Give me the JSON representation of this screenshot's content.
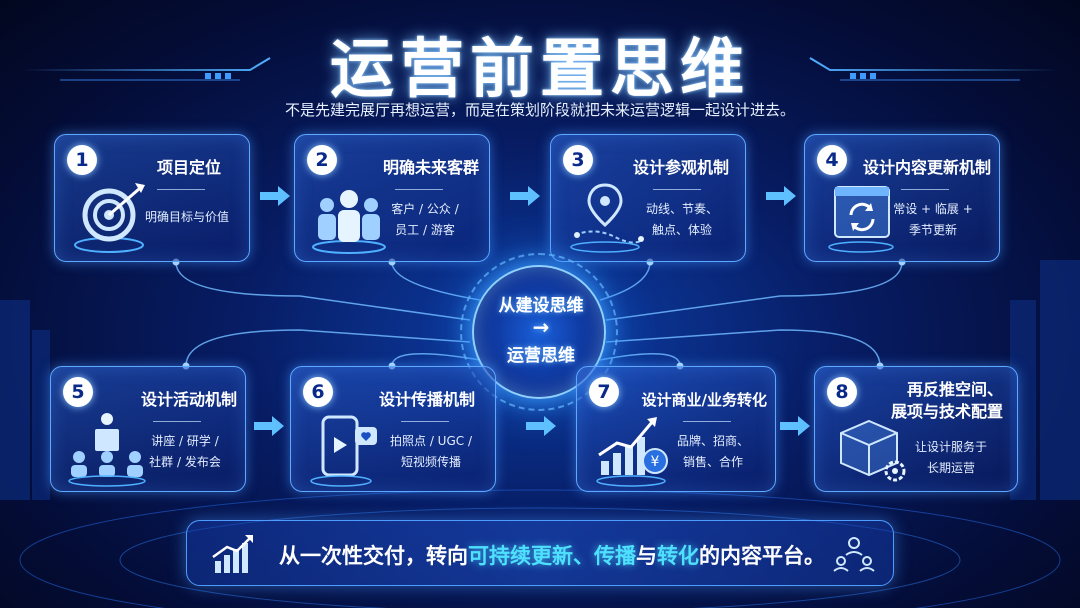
{
  "header": {
    "title": "运营前置思维",
    "subtitle": "不是先建完展厅再想运营，而是在策划阶段就把未来运营逻辑一起设计进去。"
  },
  "hub": {
    "line1": "从建设思维",
    "arrow": "→",
    "line2": "运营思维"
  },
  "steps": [
    {
      "num": "1",
      "title": "项目定位",
      "desc": [
        "明确目标与价值"
      ],
      "icon": "target-icon"
    },
    {
      "num": "2",
      "title": "明确未来客群",
      "desc": [
        "客户 / 公众 /",
        "员工 / 游客"
      ],
      "icon": "people-group-icon"
    },
    {
      "num": "3",
      "title": "设计参观机制",
      "desc": [
        "动线、节奏、",
        "触点、体验"
      ],
      "icon": "route-pin-icon"
    },
    {
      "num": "4",
      "title": "设计内容更新机制",
      "desc": [
        "常设 + 临展 +",
        "季节更新"
      ],
      "icon": "refresh-window-icon"
    },
    {
      "num": "5",
      "title": "设计活动机制",
      "desc": [
        "讲座 / 研学 /",
        "社群 / 发布会"
      ],
      "icon": "podium-audience-icon"
    },
    {
      "num": "6",
      "title": "设计传播机制",
      "desc": [
        "拍照点 / UGC /",
        "短视频传播"
      ],
      "icon": "phone-media-icon"
    },
    {
      "num": "7",
      "title": "设计商业/业务转化",
      "desc": [
        "品牌、招商、",
        "销售、合作"
      ],
      "icon": "growth-yuan-icon"
    },
    {
      "num": "8",
      "title_lines": [
        "再反推空间、",
        "展项与技术配置"
      ],
      "desc": [
        "让设计服务于",
        "长期运营"
      ],
      "icon": "cube-gear-icon"
    }
  ],
  "footer": {
    "prefix": "从一次性交付，转向",
    "hl1": "可持续更新",
    "sep1": "、",
    "hl2": "传播",
    "mid": "与",
    "hl3": "转化",
    "suffix": "的内容平台。"
  },
  "colors": {
    "accent": "#4ee0ff",
    "border": "#5fa8ff",
    "background": "#071c63"
  }
}
